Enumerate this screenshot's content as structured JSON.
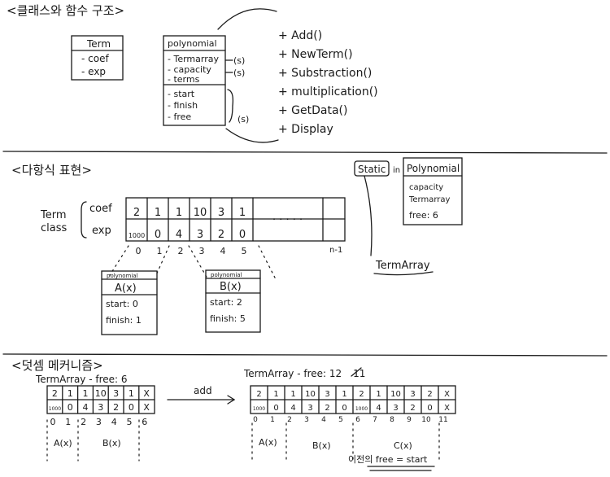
{
  "section1": {
    "title": "<클래스와 함수 구조>",
    "term_class": {
      "name": "Term",
      "fields": [
        "- coef",
        "- exp"
      ]
    },
    "poly_class": {
      "name": "polynomial",
      "fields": [
        "- Termarray",
        "- capacity",
        "- terms"
      ],
      "static_fields": [
        "- start",
        "- finish",
        "- free"
      ],
      "marks": [
        "(s)",
        "(s)",
        "(s)"
      ]
    },
    "methods": [
      "+ Add()",
      "+ NewTerm()",
      "+ Substraction()",
      "+ multiplication()",
      "+ GetData()",
      "+ Display"
    ]
  },
  "section2": {
    "title": "<다항식 표현>",
    "row_label": [
      "Term",
      "class"
    ],
    "coef_label": "coef",
    "exp_label": "exp",
    "coef": [
      "2",
      "1",
      "1",
      "10",
      "3",
      "1"
    ],
    "exp": [
      "1000",
      "0",
      "4",
      "3",
      "2",
      "0"
    ],
    "ellipsis": ". . . . .",
    "indices": [
      "0",
      "1",
      "2",
      "3",
      "4",
      "5"
    ],
    "last_index": "n-1",
    "static_tag": "Static",
    "in_tag": "in",
    "poly_box": {
      "title": "Polynomial",
      "fields": [
        "capacity",
        "Termarray",
        "free: 6"
      ]
    },
    "termarray_label": "TermArray",
    "A": {
      "tag": "polynomial",
      "name": "A(x)",
      "start": "start: 0",
      "finish": "finish: 1"
    },
    "B": {
      "tag": "polynomial",
      "name": "B(x)",
      "start": "start: 2",
      "finish": "finish: 5"
    }
  },
  "section3": {
    "title": "<덧셈 메커니즘>",
    "left_caption": "TermArray - free: 6",
    "left_coef": [
      "2",
      "1",
      "1",
      "10",
      "3",
      "1",
      "X"
    ],
    "left_exp": [
      "1000",
      "0",
      "4",
      "3",
      "2",
      "0",
      "X"
    ],
    "left_idx": [
      "0",
      "1",
      "2",
      "3",
      "4",
      "5",
      "6"
    ],
    "left_groups": [
      "A(x)",
      "B(x)"
    ],
    "arrow_label": "add",
    "right_caption_prefix": "TermArray - free: ",
    "right_caption_old": "12",
    "right_caption_new": "11",
    "right_coef": [
      "2",
      "1",
      "1",
      "10",
      "3",
      "1",
      "2",
      "1",
      "10",
      "3",
      "2",
      "X"
    ],
    "right_exp": [
      "1000",
      "0",
      "4",
      "3",
      "2",
      "0",
      "1000",
      "4",
      "3",
      "2",
      "0",
      "X"
    ],
    "right_idx": [
      "0",
      "1",
      "2",
      "3",
      "4",
      "5",
      "6",
      "7",
      "8",
      "9",
      "10",
      "11"
    ],
    "right_groups": [
      "A(x)",
      "B(x)",
      "C(x)"
    ],
    "note": "이전의 free = start"
  }
}
